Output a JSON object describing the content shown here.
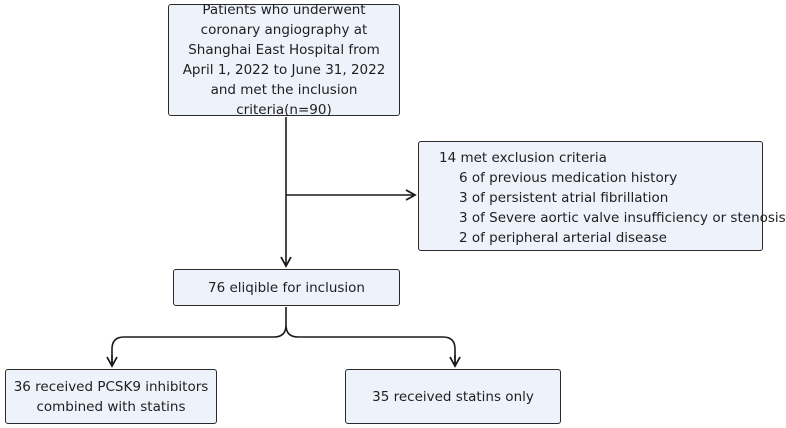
{
  "nodes": {
    "patients": "Patients who underwent coronary angiography at Shanghai East Hospital from April 1, 2022 to June 31, 2022 and met the inclusion criteria(n=90)",
    "exclusion": {
      "title": "14 met exclusion criteria",
      "items": [
        "6 of previous medication history",
        "3 of persistent atrial fibrillation",
        "3 of Severe aortic valve insufficiency or  stenosis",
        "2 of peripheral arterial disease"
      ]
    },
    "eligible": "76 eliqible for inclusion",
    "pcsk9": "36 received PCSK9 inhibitors combined with statins",
    "statins_only": "35 received statins only"
  },
  "colors": {
    "box_fill": "#eef2fb",
    "box_border": "#2a2a2a",
    "arrow": "#1a1a1a"
  }
}
